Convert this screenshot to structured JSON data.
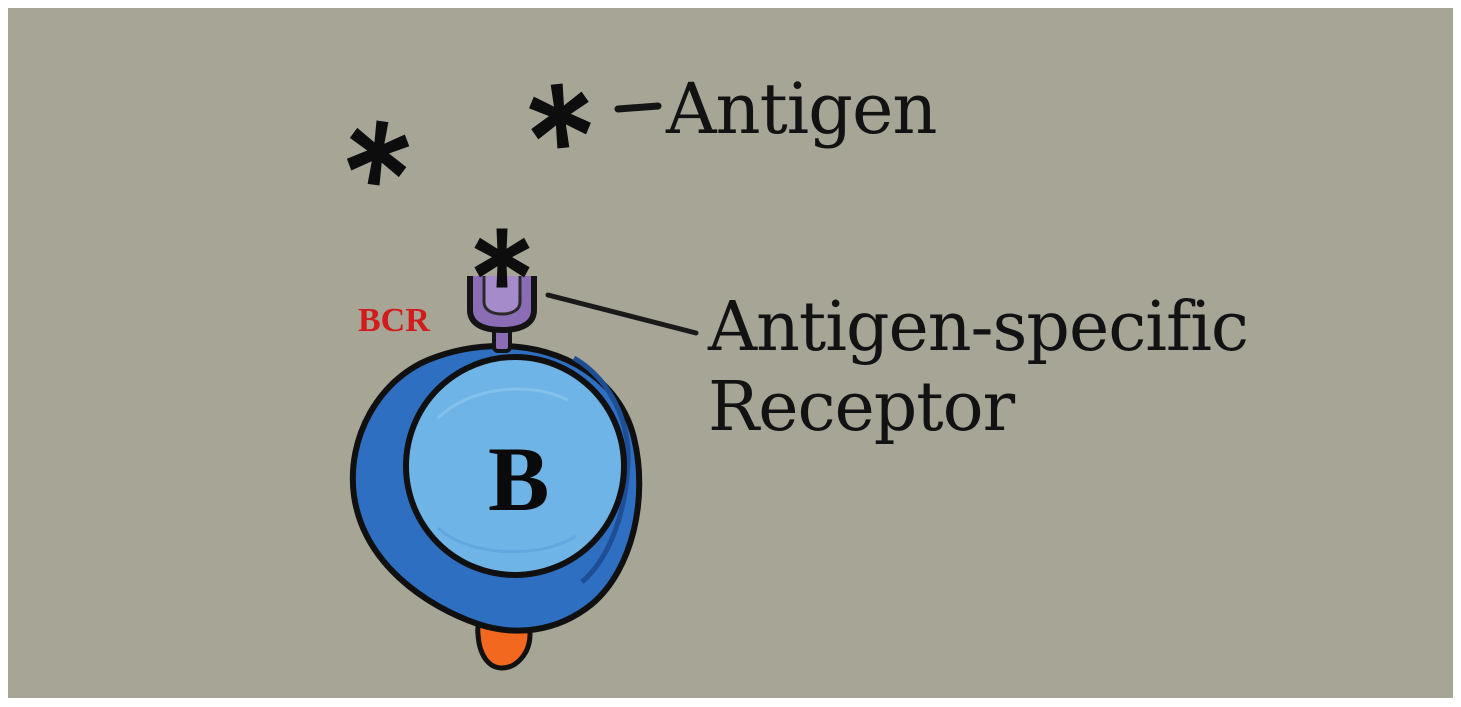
{
  "labels": {
    "antigen": "Antigen",
    "receptor_line1": "Antigen-specific",
    "receptor_line2": "Receptor",
    "bcr": "BCR",
    "cell": "B"
  },
  "colors": {
    "background": "#a6a596",
    "cell_outer": "#2f6fc2",
    "cell_inner": "#6fb4e6",
    "cell_outline": "#101010",
    "receptor": "#8a6db4",
    "bcr_text": "#d21b1b",
    "bottom_blob": "#f2681e",
    "antigen": "#0d0d0d"
  },
  "icons": [
    "antigen-star-icon",
    "b-cell-icon",
    "receptor-icon"
  ]
}
